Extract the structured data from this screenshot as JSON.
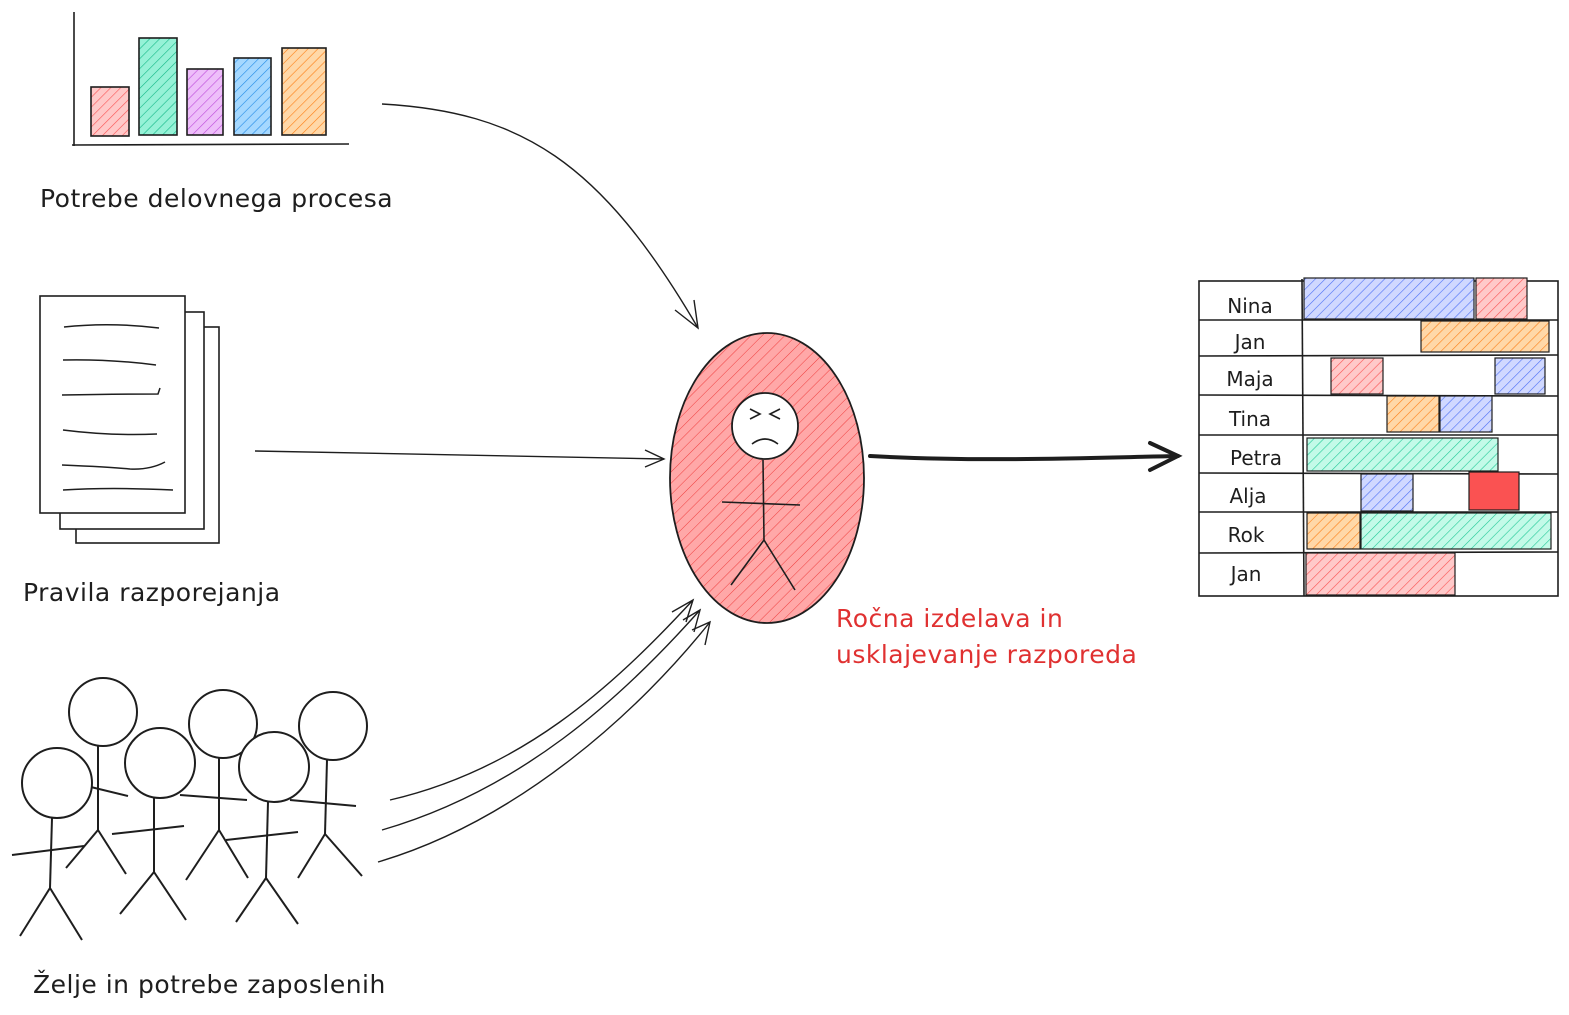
{
  "inputs": {
    "process_needs": "Potrebe delovnega procesa",
    "rules": "Pravila razporejanja",
    "employee_wishes": "Želje in potrebe zaposlenih"
  },
  "center_caption": {
    "line1": "Ročna izdelava in",
    "line2": "usklajevanje razporeda"
  },
  "bar_chart_colors": [
    "#ff8787",
    "#38d9a9",
    "#da77f2",
    "#4dabf7",
    "#ffa94d"
  ],
  "schedule": {
    "names": [
      "Nina",
      "Jan",
      "Maja",
      "Tina",
      "Petra",
      "Alja",
      "Rok",
      "Jan"
    ]
  },
  "colors": {
    "person_fill": "#ff8787",
    "red_label": "#e03131",
    "shift_blue": "#748ffc",
    "shift_red": "#ff8787",
    "shift_orange": "#ffa94d",
    "shift_green": "#38d9a9",
    "conflict_red": "#fa5252"
  },
  "icons": [
    "bar-chart-icon",
    "documents-icon",
    "crowd-icon",
    "stressed-person-icon",
    "schedule-table-icon"
  ]
}
